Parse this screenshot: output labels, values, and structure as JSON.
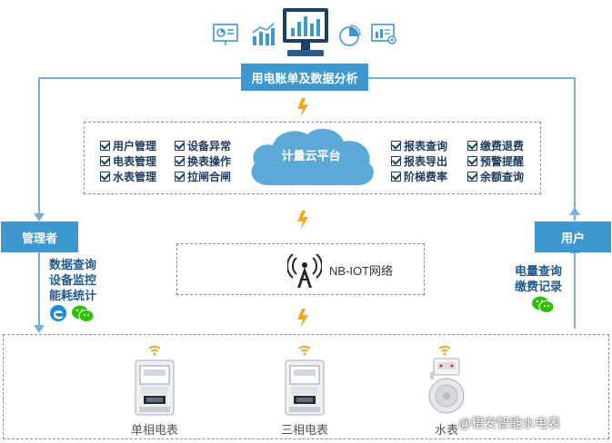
{
  "header": {
    "title": "用电账单及数据分析"
  },
  "platform": {
    "cloud_label": "计量云平台",
    "left_items": [
      "用户管理",
      "电表管理",
      "水表管理"
    ],
    "mid_items": [
      "设备异常",
      "换表操作",
      "拉闸合闸"
    ],
    "right_items": [
      "报表查询",
      "报表导出",
      "阶梯费率"
    ],
    "far_right_items": [
      "缴费退费",
      "预警提醒",
      "余额查询"
    ]
  },
  "network": {
    "label": "NB-IOT网络"
  },
  "manager": {
    "label": "管理者",
    "functions": [
      "数据查询",
      "设备监控",
      "能耗统计"
    ]
  },
  "user": {
    "label": "用户",
    "functions": [
      "电量查询",
      "缴费记录"
    ]
  },
  "devices": {
    "single_phase": "单相电表",
    "three_phase": "三相电表",
    "water": "水表"
  },
  "watermark": "@梧安智能水电表",
  "colors": {
    "accent": "#3f97d0",
    "bolt": "#f5a623",
    "cloud": "#5ba9d6",
    "text_dark": "#1e3a5f"
  }
}
